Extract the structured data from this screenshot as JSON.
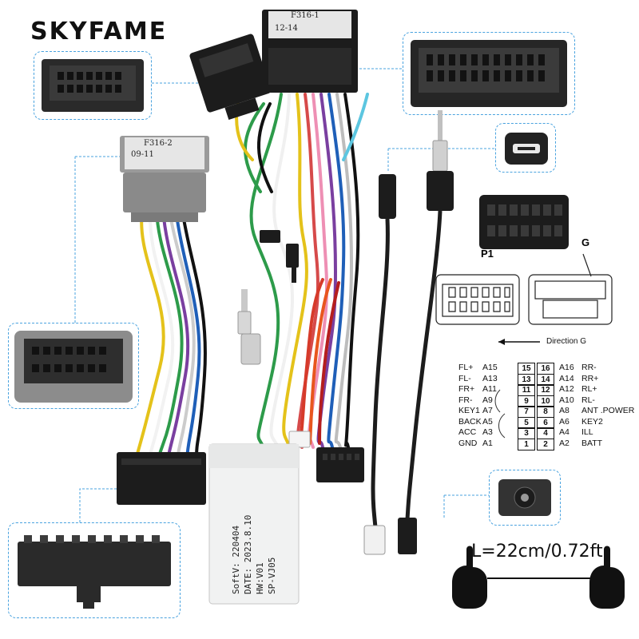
{
  "brand": {
    "name": "SKYFAME"
  },
  "connector_labels": {
    "top_connector": [
      "F316-1",
      "12-14"
    ],
    "gray_connector": [
      "F316-2",
      "09-11"
    ]
  },
  "canbox": {
    "lines": [
      "SoftV: 220404",
      "DATE: 2023.8.10",
      "HW:V01",
      "SP-VJ05"
    ]
  },
  "pinout": {
    "direction_label": "Direction G",
    "label_p1": "P1",
    "label_g": "G",
    "rows": [
      {
        "left_name": "FL+",
        "left_pin": "A15",
        "n1": "15",
        "n2": "16",
        "right_pin": "A16",
        "right_name": "RR-"
      },
      {
        "left_name": "FL-",
        "left_pin": "A13",
        "n1": "13",
        "n2": "14",
        "right_pin": "A14",
        "right_name": "RR+"
      },
      {
        "left_name": "FR+",
        "left_pin": "A11",
        "n1": "11",
        "n2": "12",
        "right_pin": "A12",
        "right_name": "RL+"
      },
      {
        "left_name": "FR-",
        "left_pin": "A9",
        "n1": "9",
        "n2": "10",
        "right_pin": "A10",
        "right_name": "RL-"
      },
      {
        "left_name": "KEY1",
        "left_pin": "A7",
        "n1": "7",
        "n2": "8",
        "right_pin": "A8",
        "right_name": "ANT .POWER"
      },
      {
        "left_name": "BACK",
        "left_pin": "A5",
        "n1": "5",
        "n2": "6",
        "right_pin": "A6",
        "right_name": "KEY2"
      },
      {
        "left_name": "ACC",
        "left_pin": "A3",
        "n1": "3",
        "n2": "4",
        "right_pin": "A4",
        "right_name": "ILL"
      },
      {
        "left_name": "GND",
        "left_pin": "A1",
        "n1": "1",
        "n2": "2",
        "right_pin": "A2",
        "right_name": "BATT"
      }
    ]
  },
  "length": {
    "label": "L=22cm/0.72ft"
  },
  "colors": {
    "callout_border": "#4aa3df",
    "connector_black": "#1c1c1c",
    "connector_gray": "#9a9a9a",
    "canbox_body": "#f1f2f2"
  }
}
